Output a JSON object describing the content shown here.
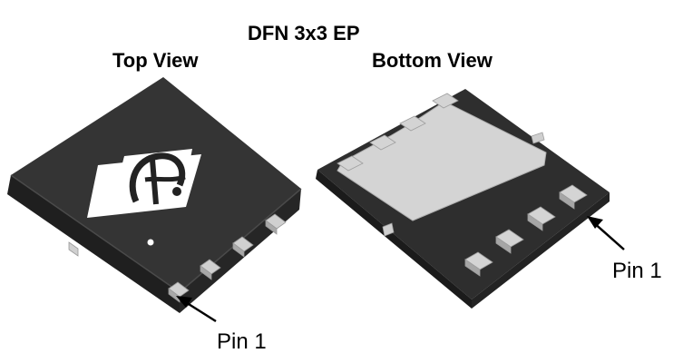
{
  "header": {
    "title": "DFN 3x3 EP"
  },
  "views": {
    "top": {
      "label": "Top View"
    },
    "bottom": {
      "label": "Bottom View"
    }
  },
  "callouts": {
    "pin1_top": "Pin 1",
    "pin1_bottom": "Pin 1"
  },
  "colors": {
    "package_body": "#2b2b2b",
    "package_dark": "#1c1c1c",
    "package_top": "#333333",
    "pad": "#d4d4d4",
    "pad_shadow": "#9e9e9e",
    "logo_bg": "#ffffff",
    "logo_fg": "#222222"
  },
  "icons": {
    "logo": "ao-logo-icon",
    "pin1_dot": "pin1-marker-icon",
    "arrow": "arrow-icon"
  }
}
